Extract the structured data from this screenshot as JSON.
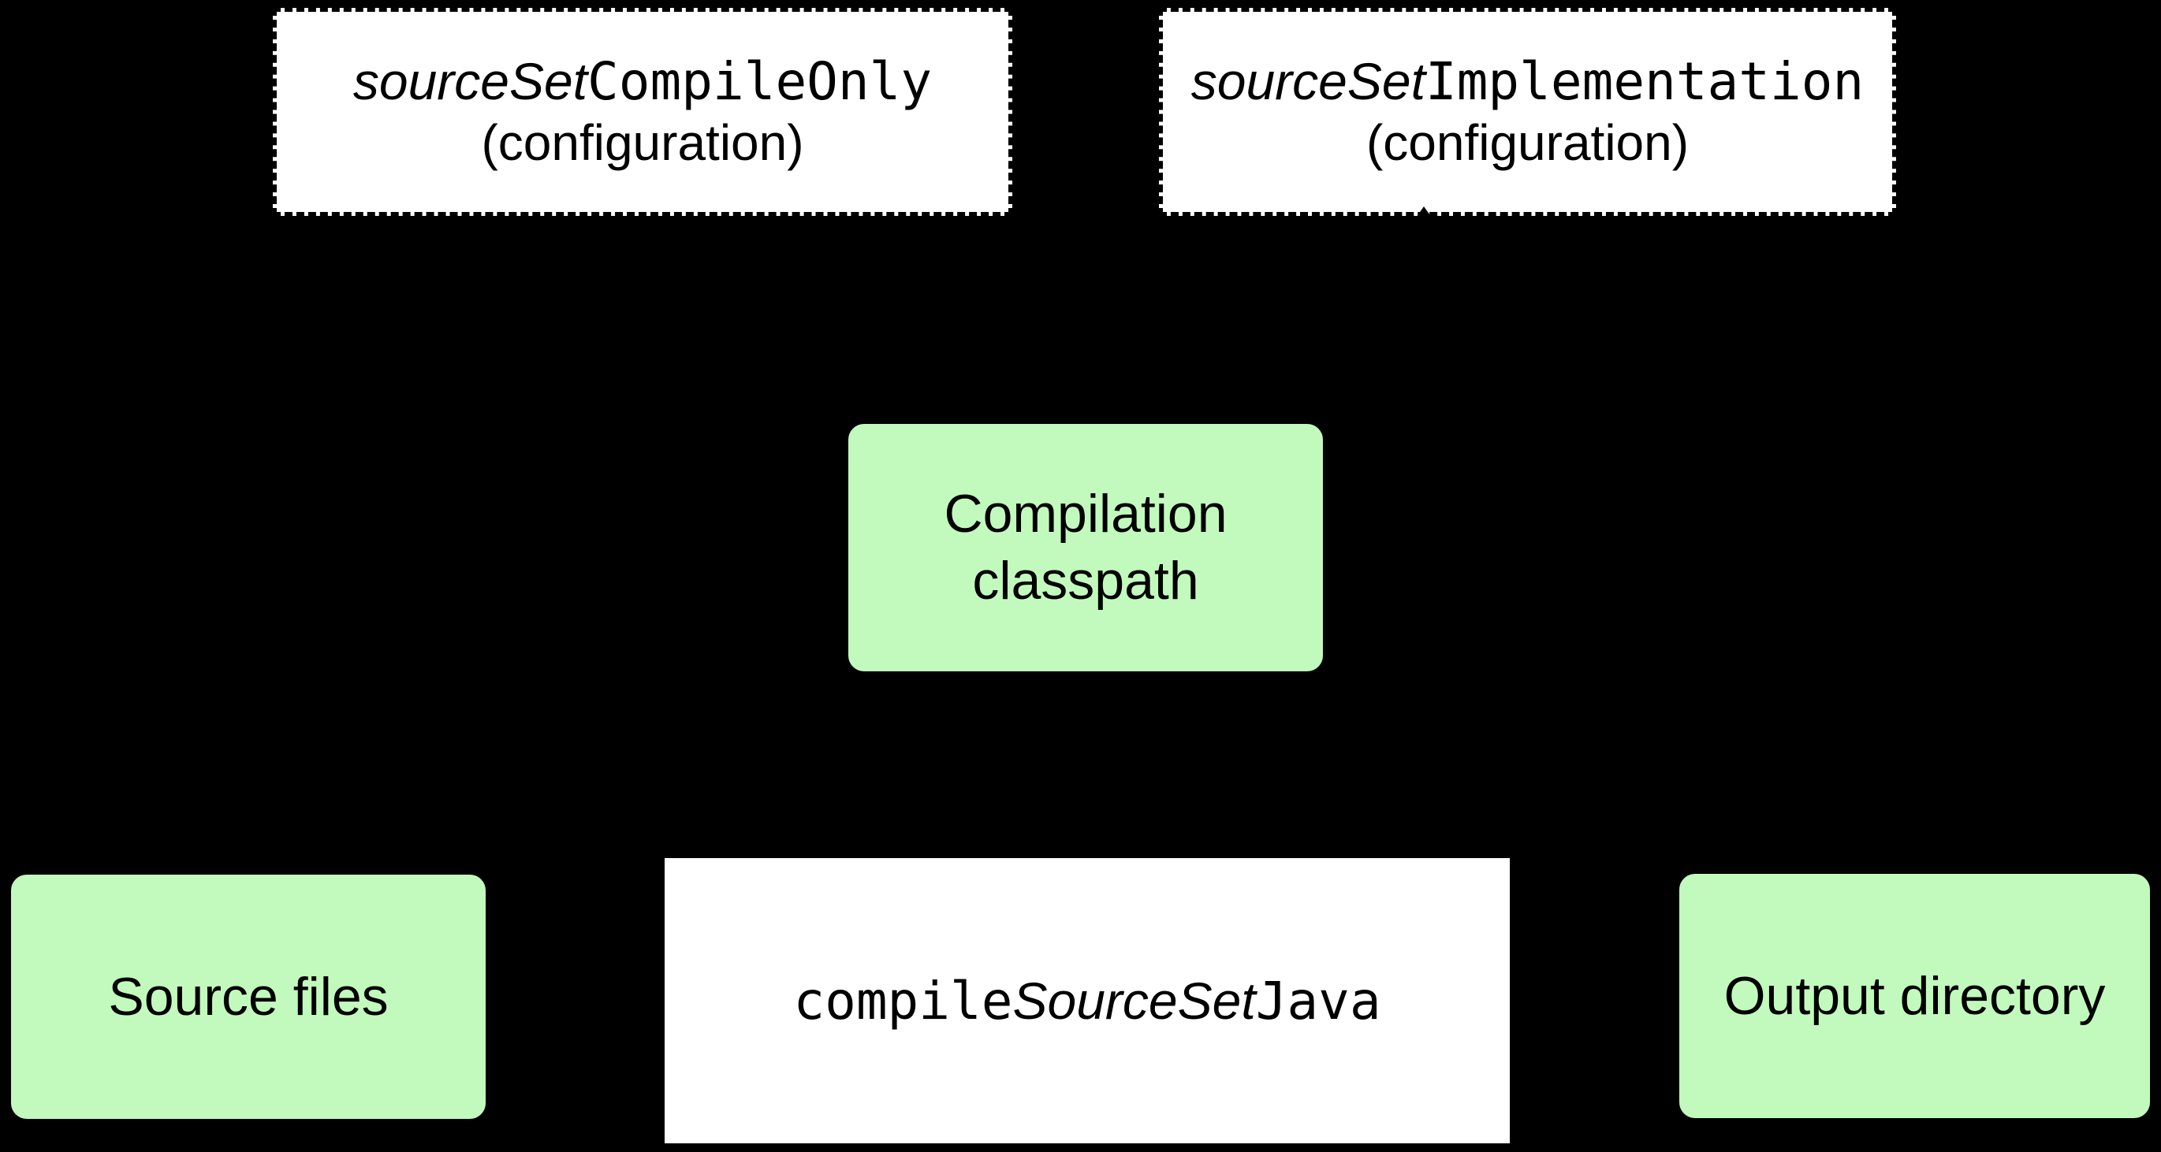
{
  "colors": {
    "background": "#000000",
    "node_green": "#c2fabd",
    "node_white": "#ffffff",
    "border": "#000000",
    "text": "#000000"
  },
  "nodes": {
    "compile_only_config": {
      "title_segments": [
        {
          "text": "sourceSet",
          "style": "italic"
        },
        {
          "text": "CompileOnly",
          "style": "mono"
        }
      ],
      "subtitle": "(configuration)"
    },
    "implementation_config": {
      "title_segments": [
        {
          "text": "sourceSet",
          "style": "italic"
        },
        {
          "text": "Implementation",
          "style": "mono"
        }
      ],
      "subtitle": "(configuration)"
    },
    "compilation_classpath": {
      "lines": [
        "Compilation",
        "classpath"
      ]
    },
    "source_files": {
      "label": "Source files"
    },
    "compile_java_task": {
      "title_segments": [
        {
          "text": "compile",
          "style": "mono"
        },
        {
          "text": "SourceSet",
          "style": "italic"
        },
        {
          "text": "Java",
          "style": "mono"
        }
      ]
    },
    "output_directory": {
      "label": "Output directory"
    }
  }
}
